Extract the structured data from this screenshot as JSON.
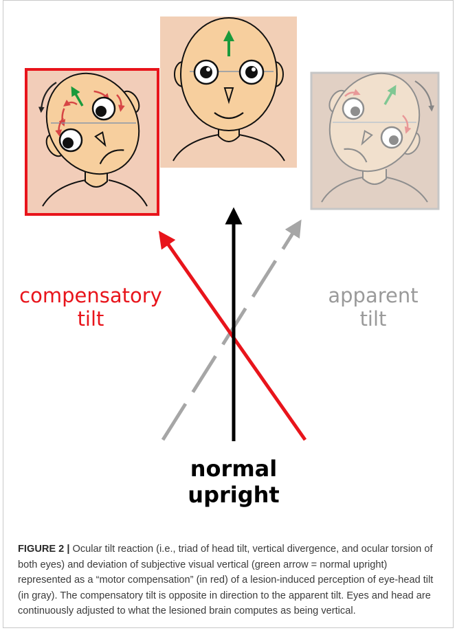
{
  "labels": {
    "compensatory_line1": "compensatory",
    "compensatory_line2": "tilt",
    "apparent_line1": "apparent",
    "apparent_line2": "tilt",
    "normal_line1": "normal",
    "normal_line2": "upright"
  },
  "caption": {
    "label": "FIGURE 2 |",
    "text": " Ocular tilt reaction (i.e., triad of head tilt, vertical divergence, and ocular torsion of both eyes) and deviation of subjective visual vertical (green arrow = normal upright) represented as a “motor compensation” (in red) of a lesion-induced perception of eye-head tilt (in gray). The compensatory tilt is opposite in direction to the apparent tilt. Eyes and head are continuously adjusted to what the lesioned brain computes as being vertical."
  },
  "colors": {
    "compensatory": "#e8141b",
    "apparent": "#a6a6a6",
    "upright": "#000000",
    "green_arrow": "#1a9a3c",
    "skin": "#f4cfb3",
    "face": "#f7cf9e"
  }
}
